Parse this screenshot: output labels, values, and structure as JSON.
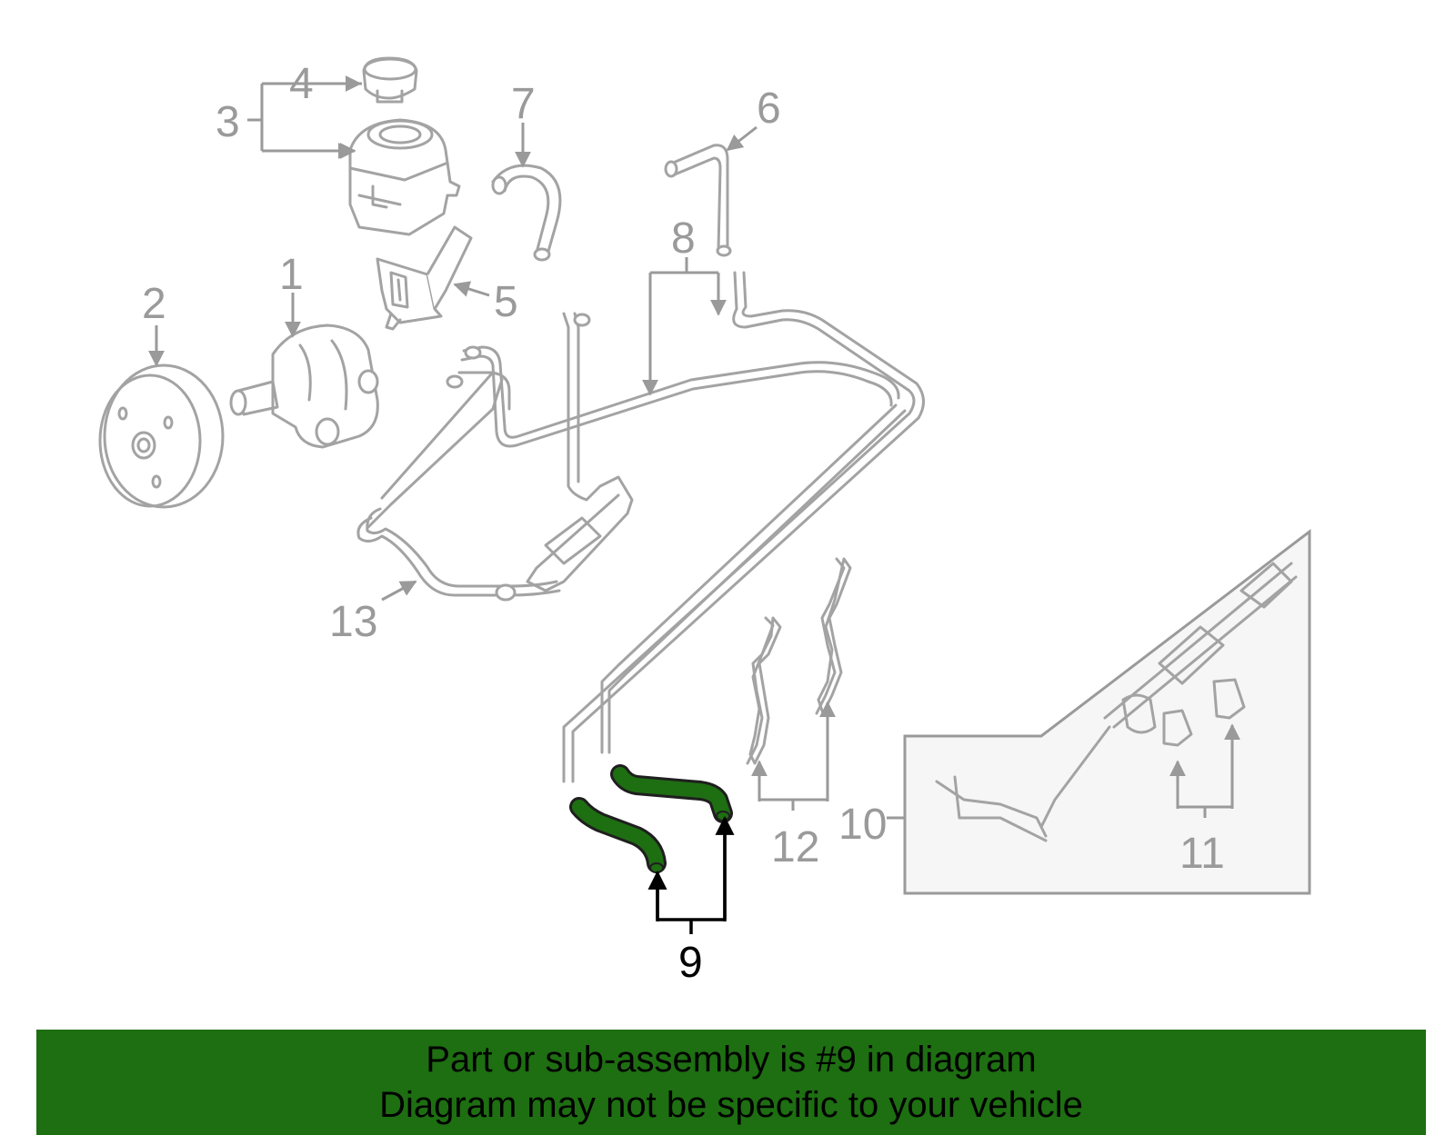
{
  "diagram": {
    "highlight_color": "#1e6e12",
    "callouts": [
      "1",
      "2",
      "3",
      "4",
      "5",
      "6",
      "7",
      "8",
      "9",
      "10",
      "11",
      "12",
      "13"
    ],
    "highlighted_callout": "9"
  },
  "banner": {
    "background": "#1e6e12",
    "line1": "Part or sub-assembly is #9 in diagram",
    "line2": "Diagram may not be specific to your vehicle"
  }
}
